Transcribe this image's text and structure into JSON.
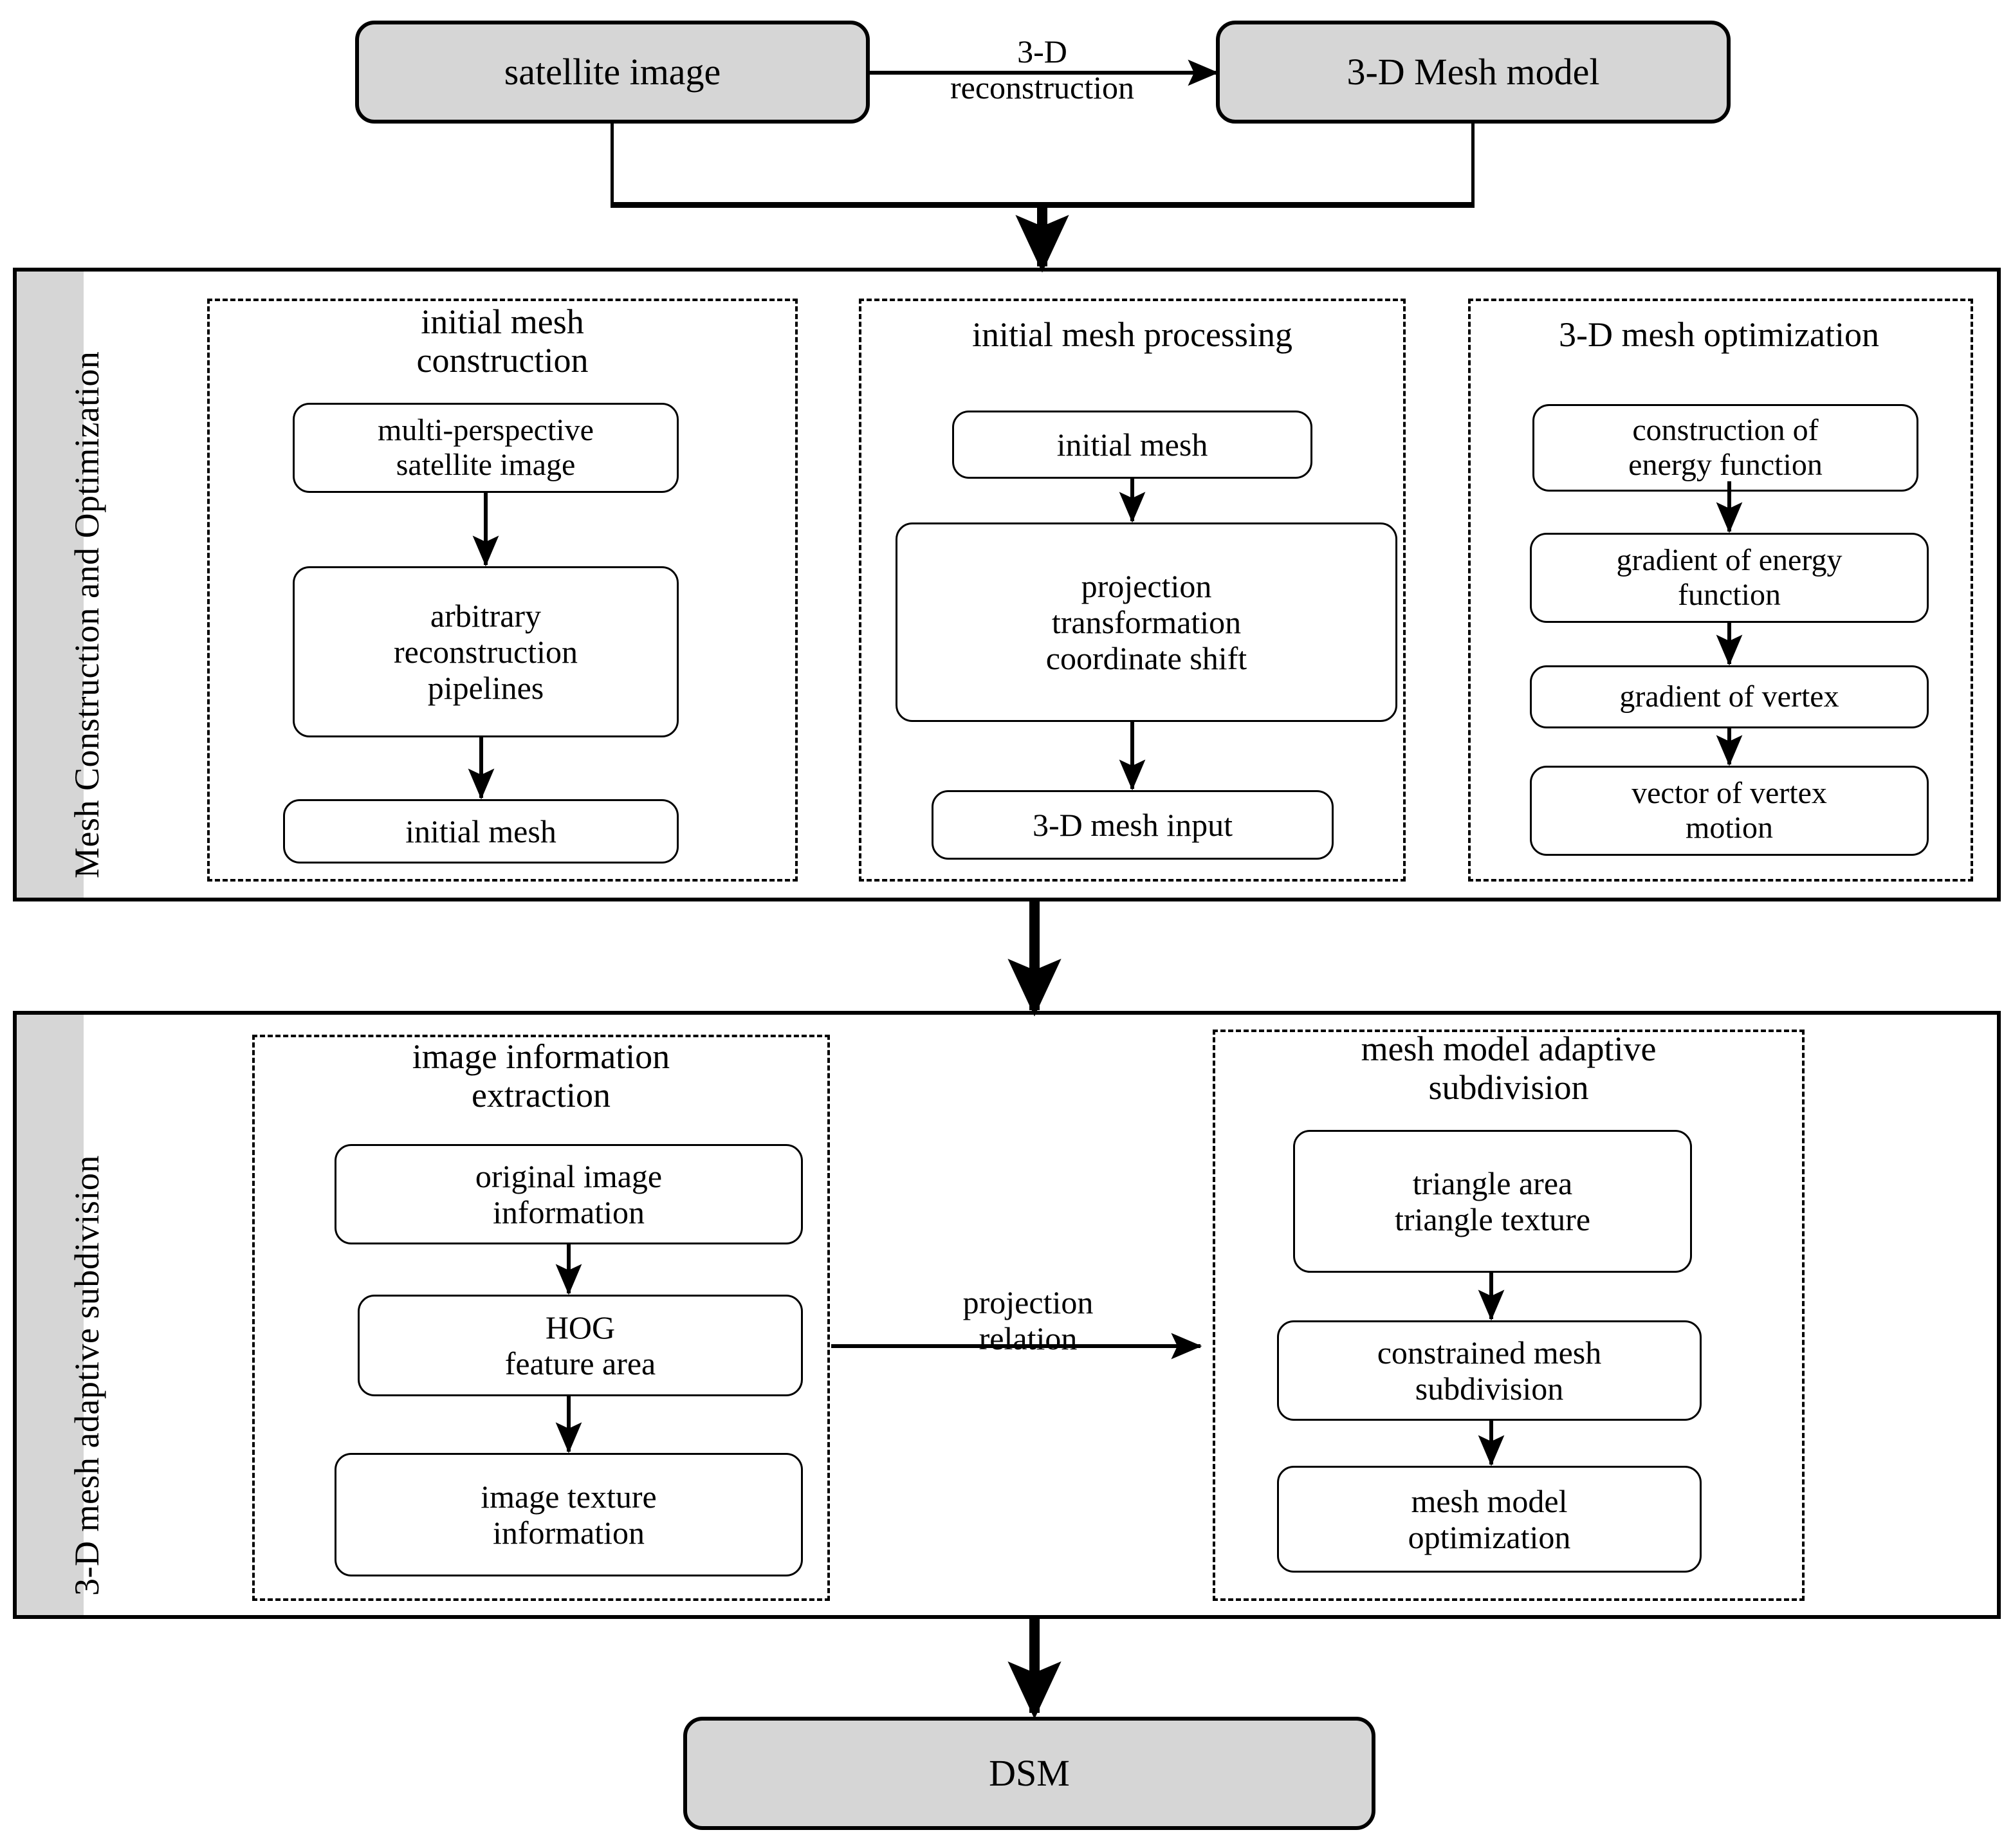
{
  "top": {
    "satellite_image": "satellite image",
    "mesh_model": "3-D Mesh model",
    "edge_label_line1": "3-D",
    "edge_label_line2": "reconstruction"
  },
  "section1": {
    "band_label": "Mesh Construction and Optimization",
    "groups": [
      {
        "title_line1": "initial mesh",
        "title_line2": "construction",
        "nodes": [
          "multi-perspective\nsatellite image",
          "arbitrary\nreconstruction\npipelines",
          "initial mesh"
        ]
      },
      {
        "title_line1": "initial mesh processing",
        "title_line2": "",
        "nodes": [
          "initial mesh",
          "projection\ntransformation\ncoordinate shift",
          "3-D mesh input"
        ]
      },
      {
        "title_line1": "3-D mesh optimization",
        "title_line2": "",
        "nodes": [
          "construction of\nenergy function",
          "gradient of energy\nfunction",
          "gradient of vertex",
          "vector of vertex\nmotion"
        ]
      }
    ]
  },
  "section2": {
    "band_label": "3-D mesh adaptive subdivision",
    "edge_label_line1": "projection",
    "edge_label_line2": "relation",
    "groups": [
      {
        "title_line1": "image information",
        "title_line2": "extraction",
        "nodes": [
          "original image\ninformation",
          "HOG\nfeature area",
          "image texture\ninformation"
        ]
      },
      {
        "title_line1": "mesh model adaptive",
        "title_line2": "subdivision",
        "nodes": [
          "triangle area\ntriangle texture",
          "constrained mesh\nsubdivision",
          "mesh model\noptimization"
        ]
      }
    ]
  },
  "bottom": {
    "dsm": "DSM"
  },
  "colors": {
    "fill_gray": "#d6d6d6",
    "stroke": "#000000",
    "background": "#ffffff"
  }
}
